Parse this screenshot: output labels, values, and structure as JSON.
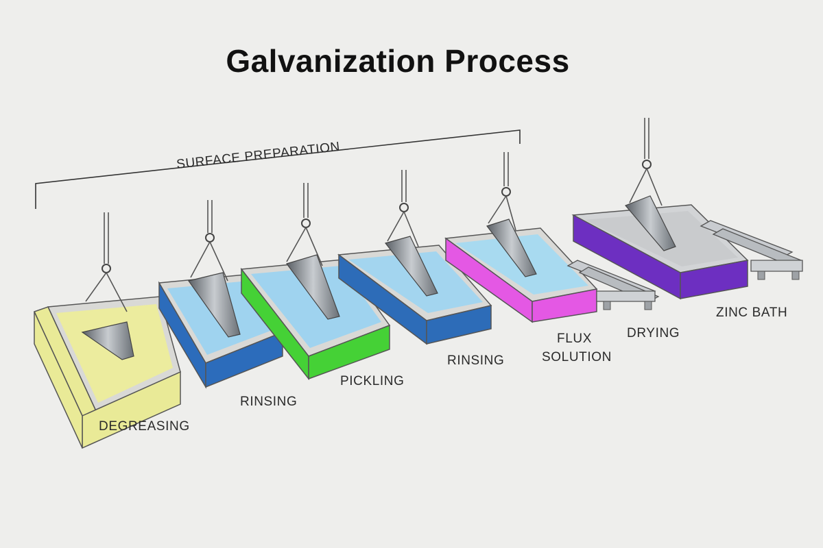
{
  "title": "Galvanization Process",
  "group_label": "SURFACE PREPARATION",
  "stages": [
    {
      "label": "DEGREASING",
      "color": "#e9ea97",
      "liquid": "#ecec9e"
    },
    {
      "label": "RINSING",
      "color": "#2c6cbb",
      "liquid": "#9fd3ef"
    },
    {
      "label": "PICKLING",
      "color": "#45d136",
      "liquid": "#9fd3ef"
    },
    {
      "label": "RINSING",
      "color": "#2d6cb8",
      "liquid": "#a3d5ef"
    },
    {
      "label": "FLUX SOLUTION",
      "label_lines": [
        "FLUX",
        "SOLUTION"
      ],
      "color": "#e458e4",
      "liquid": "#a8daf0"
    },
    {
      "label": "DRYING",
      "color": "#9aa0a6",
      "liquid": "#d0d3d6"
    },
    {
      "label": "ZINC BATH",
      "color": "#6d2fc1",
      "liquid": "#c9cbcd"
    }
  ]
}
